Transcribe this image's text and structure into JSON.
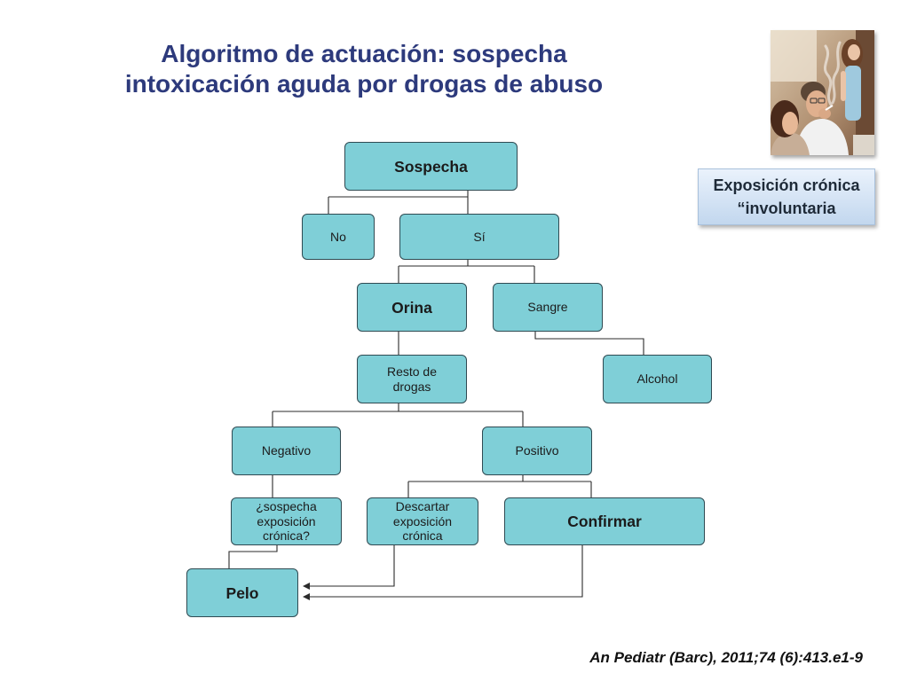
{
  "slide": {
    "title": [
      "Algoritmo de actuación: sospecha",
      "intoxicación aguda por drogas de abuso"
    ],
    "side_note": {
      "lines": [
        "Exposición crónica",
        "“involuntaria"
      ]
    },
    "citation": "An Pediatr (Barc), 2011;74 (6):413.e1-9"
  },
  "flowchart": {
    "nodes": {
      "sospecha": "Sospecha",
      "no": "No",
      "si": "Sí",
      "orina": "Orina",
      "sangre": "Sangre",
      "resto_drogas": "Resto de drogas",
      "alcohol": "Alcohol",
      "negativo": "Negativo",
      "positivo": "Positivo",
      "sospecha_cronica": "¿sospecha exposición crónica?",
      "descartar": "Descartar exposición crónica",
      "confirmar": "Confirmar",
      "pelo": "Pelo"
    }
  },
  "colors": {
    "title": "#2d3a7c",
    "node_fill": "#7fcfd7",
    "node_border": "#2f4a52",
    "connector": "#2b2b2b",
    "side_note_text": "#1e2a38"
  }
}
